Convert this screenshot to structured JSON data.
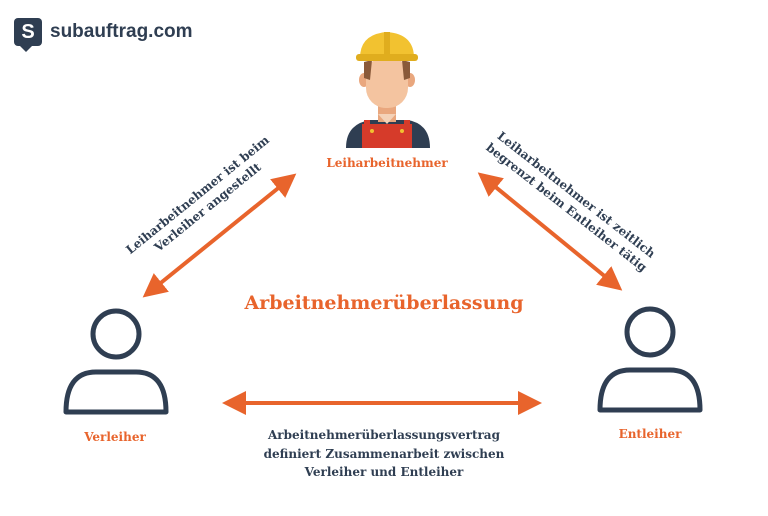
{
  "logo": {
    "letter": "S",
    "text": "subauftrag.com"
  },
  "nodes": {
    "top": "Leiharbeitnehmer",
    "left": "Verleiher",
    "right": "Entleiher"
  },
  "center_title": "Arbeitnehmerüberlassung",
  "edge_left": {
    "line1": "Leiharbeitnehmer ist beim",
    "line2": "Verleiher angestellt"
  },
  "edge_right": {
    "line1": "Leiharbeitnehmer ist zeitlich",
    "line2": "begrenzt beim Entleiher tätig"
  },
  "edge_bottom": {
    "line1": "Arbeitnehmerüberlassungsvertrag",
    "line2": "definiert Zusammenarbeit zwischen",
    "line3": "Verleiher und Entleiher"
  },
  "colors": {
    "accent": "#e8642c",
    "dark": "#2f3e52",
    "helmet": "#f2c230"
  }
}
